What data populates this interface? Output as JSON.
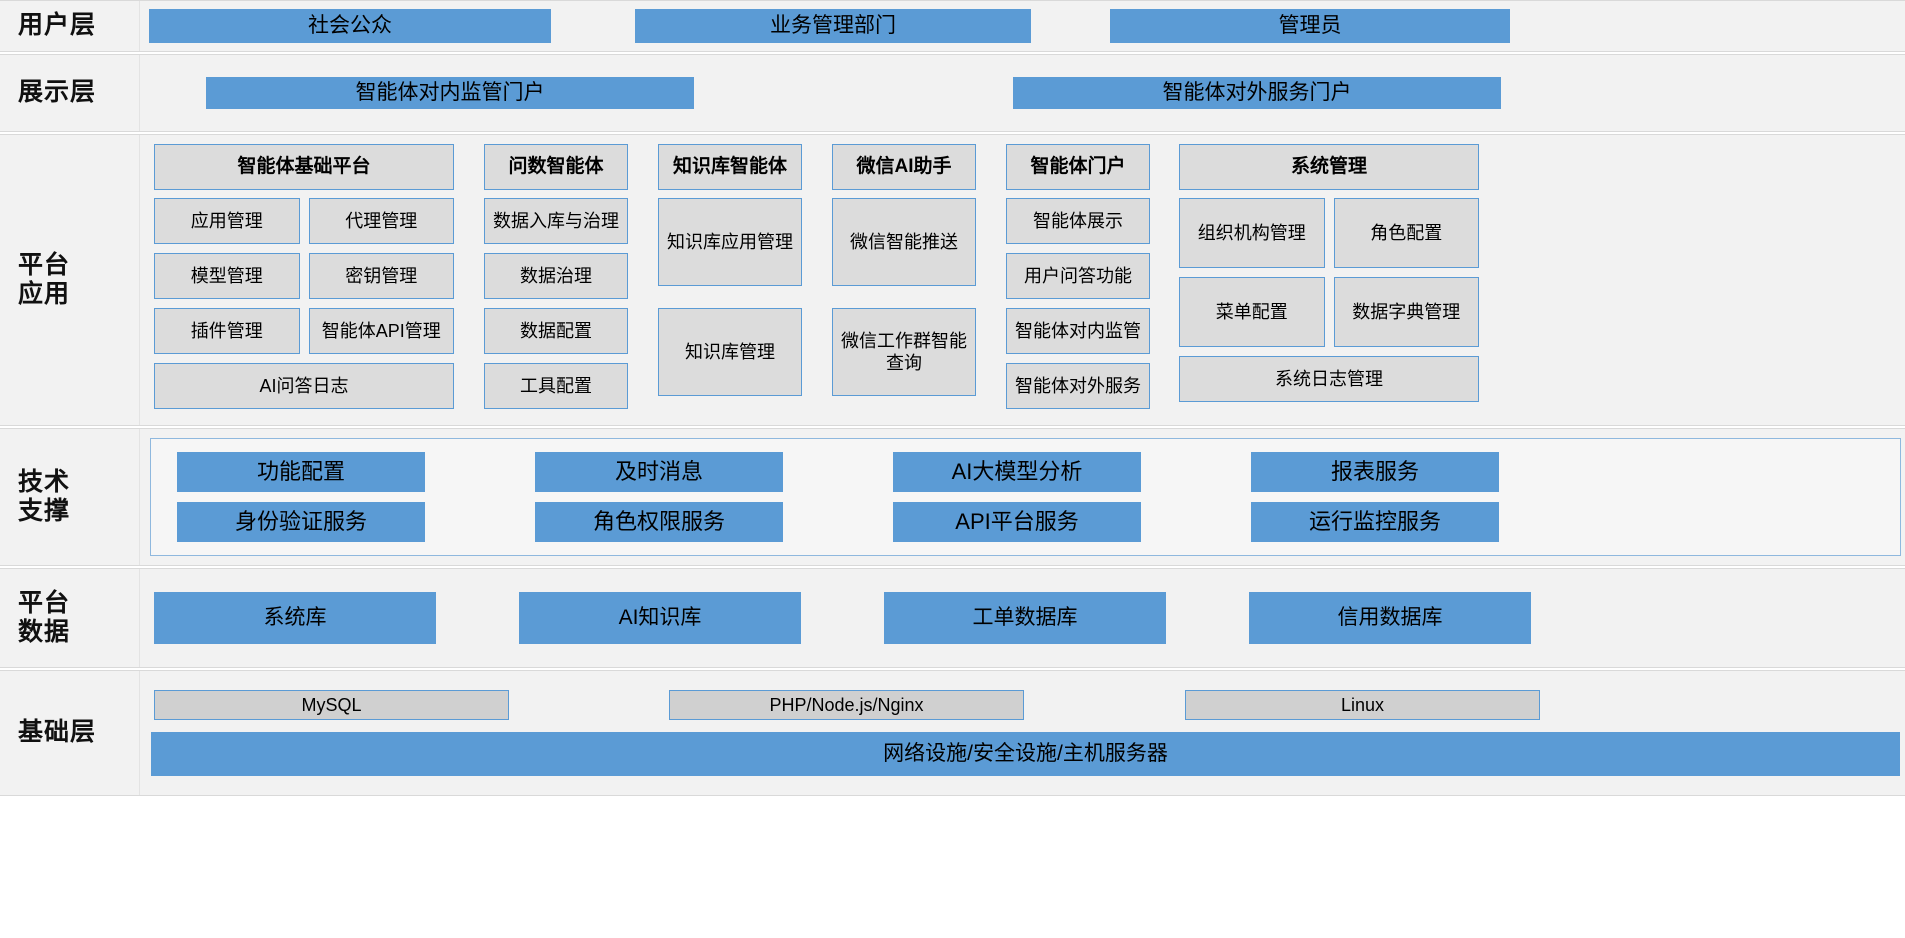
{
  "layers": {
    "user": {
      "label": "用户层",
      "boxes": [
        "社会公众",
        "业务管理部门",
        "管理员"
      ]
    },
    "display": {
      "label": "展示层",
      "boxes": [
        "智能体对内监管门户",
        "智能体对外服务门户"
      ]
    },
    "platform_apps": {
      "label": "平台\n应用",
      "columns": [
        {
          "header": "智能体基础平台",
          "grid": [
            [
              "应用管理",
              "代理管理"
            ],
            [
              "模型管理",
              "密钥管理"
            ],
            [
              "插件管理",
              "智能体API管理"
            ]
          ],
          "full": "AI问答日志"
        },
        {
          "header": "问数智能体",
          "items": [
            "数据入库与治理",
            "数据治理",
            "数据配置",
            "工具配置"
          ]
        },
        {
          "header": "知识库智能体",
          "items": [
            "知识库应用管理",
            "知识库管理"
          ]
        },
        {
          "header": "微信AI助手",
          "items": [
            "微信智能推送",
            "微信工作群智能查询"
          ]
        },
        {
          "header": "智能体门户",
          "items": [
            "智能体展示",
            "用户问答功能",
            "智能体对内监管",
            "智能体对外服务"
          ]
        },
        {
          "header": "系统管理",
          "grid": [
            [
              "组织机构管理",
              "角色配置"
            ],
            [
              "菜单配置",
              "数据字典管理"
            ]
          ],
          "full": "系统日志管理"
        }
      ]
    },
    "tech_support": {
      "label": "技术\n支撑",
      "rows": [
        [
          "功能配置",
          "及时消息",
          "AI大模型分析",
          "报表服务"
        ],
        [
          "身份验证服务",
          "角色权限服务",
          "API平台服务",
          "运行监控服务"
        ]
      ]
    },
    "platform_data": {
      "label": "平台\n数据",
      "boxes": [
        "系统库",
        "AI知识库",
        "工单数据库",
        "信用数据库"
      ]
    },
    "foundation": {
      "label": "基础层",
      "chips": [
        "MySQL",
        "PHP/Node.js/Nginx",
        "Linux"
      ],
      "base": "网络设施/安全设施/主机服务器"
    }
  },
  "colors": {
    "accent_blue": "#5b9bd5",
    "box_grey": "#dcdcdc",
    "band_grey": "#f2f2f2",
    "chip_grey": "#d0d0d0"
  }
}
